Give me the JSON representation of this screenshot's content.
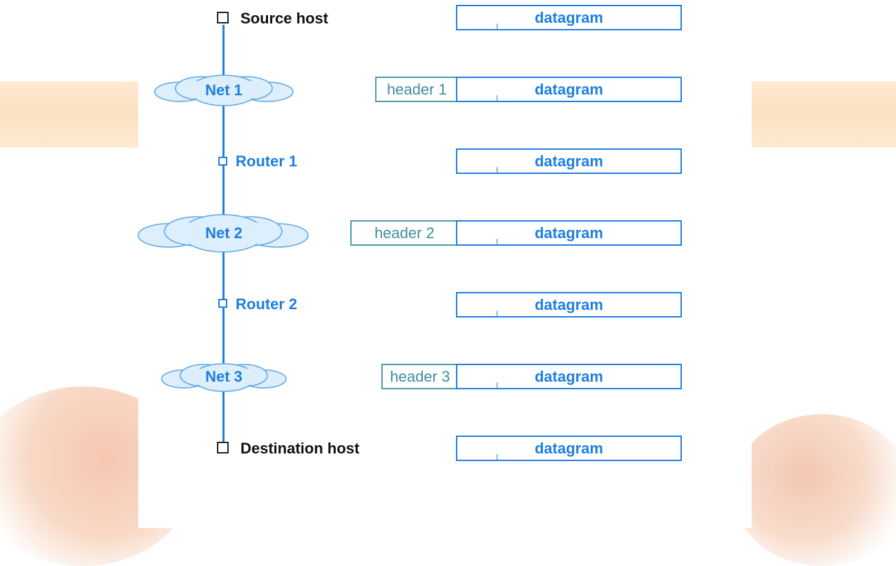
{
  "nodes": {
    "source": "Source host",
    "net1": "Net 1",
    "router1": "Router 1",
    "net2": "Net 2",
    "router2": "Router 2",
    "net3": "Net 3",
    "destination": "Destination host"
  },
  "packets": [
    {
      "header": "",
      "payload": "datagram"
    },
    {
      "header": "header 1",
      "payload": "datagram"
    },
    {
      "header": "",
      "payload": "datagram"
    },
    {
      "header": "header 2",
      "payload": "datagram"
    },
    {
      "header": "",
      "payload": "datagram"
    },
    {
      "header": "header 3",
      "payload": "datagram"
    },
    {
      "header": "",
      "payload": "datagram"
    }
  ],
  "colors": {
    "accent": "#1e7fe0",
    "header_border": "#4f9aa8",
    "cloud_fill": "#ddeefc",
    "background_band": "#fce1c2"
  }
}
